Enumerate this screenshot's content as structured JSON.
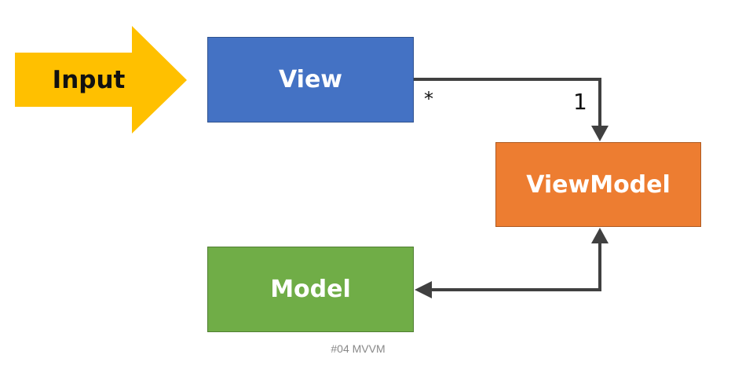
{
  "diagram": {
    "input_label": "Input",
    "nodes": {
      "view": "View",
      "viewmodel": "ViewModel",
      "model": "Model"
    },
    "multiplicity": {
      "view_end": "*",
      "viewmodel_end": "1"
    },
    "colors": {
      "input_arrow": "#ffc000",
      "view": "#4472c4",
      "viewmodel": "#ed7d31",
      "model": "#70ad47",
      "connector": "#404040"
    }
  },
  "caption": "#04 MVVM"
}
